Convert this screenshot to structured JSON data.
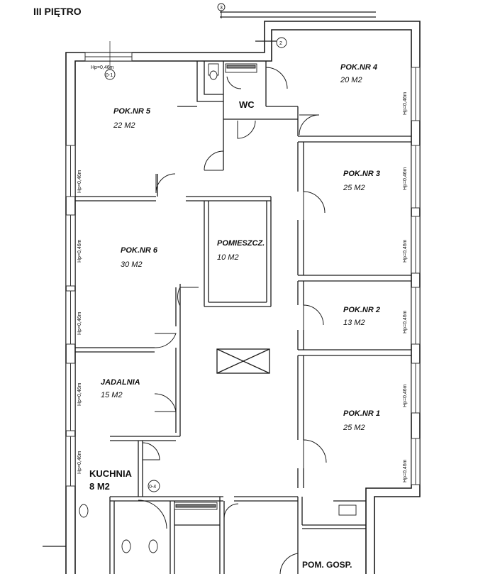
{
  "header": {
    "floor_title": "III PIĘTRO"
  },
  "rooms": {
    "pok5": {
      "name": "POK.NR 5",
      "area": "22 M2"
    },
    "pok4": {
      "name": "POK.NR 4",
      "area": "20 M2"
    },
    "pok3": {
      "name": "POK.NR 3",
      "area": "25 M2"
    },
    "pok6": {
      "name": "POK.NR 6",
      "area": "30 M2"
    },
    "pom": {
      "name": "POMIESZCZ.",
      "area": "10 M2"
    },
    "pok2": {
      "name": "POK.NR 2",
      "area": "13 M2"
    },
    "jadalnia": {
      "name": "JADALNIA",
      "area": "15 M2"
    },
    "pok1": {
      "name": "POK.NR 1",
      "area": "25 M2"
    },
    "kuchnia": {
      "name": "KUCHNIA",
      "area": "8 M2"
    },
    "wc": {
      "name": "WC"
    },
    "pomgosp": {
      "name": "POM. GOSP."
    }
  },
  "annotations": {
    "window_height": "Hp=0,46m",
    "tag_01": "0-1",
    "tag_04": "0-4",
    "tag_3": "3",
    "tag_2": "2"
  },
  "colors": {
    "wall": "#1a1a1a",
    "wall_fill": "#ffffff",
    "window": "#333333"
  }
}
